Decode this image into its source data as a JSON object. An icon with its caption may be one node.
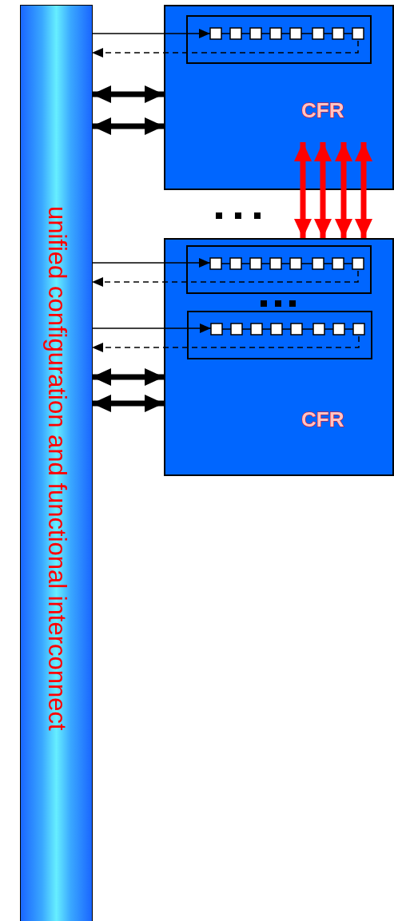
{
  "diagram": {
    "nodes": [
      {
        "text": [
          "unified configuration and functional interconnect"
        ]
      },
      {
        "text": [
          "CFR"
        ]
      },
      {
        "text": [],
        "shape": "box",
        "in": 1
      },
      {
        "text": [
          "CFR"
        ]
      },
      {
        "text": [],
        "shape": "box",
        "in": 3
      },
      {
        "text": [],
        "shape": "box",
        "in": 3
      }
    ],
    "edges": [
      {
        "from": 0,
        "to": 2,
        "arrow": "to"
      },
      {
        "from": 2,
        "to": 0,
        "arrow": "to",
        "style": "dashed"
      },
      {
        "from": 0,
        "to": 1,
        "arrow": "both"
      },
      {
        "from": 0,
        "to": 1,
        "arrow": "both"
      },
      {
        "from": 1,
        "to": 3,
        "arrow": "both",
        "color": "#ff0000"
      },
      {
        "from": 1,
        "to": 3,
        "arrow": "both",
        "color": "#ff0000"
      },
      {
        "from": 1,
        "to": 3,
        "arrow": "both",
        "color": "#ff0000"
      },
      {
        "from": 1,
        "to": 3,
        "arrow": "both",
        "color": "#ff0000"
      },
      {
        "from": 0,
        "to": 4,
        "arrow": "to"
      },
      {
        "from": 4,
        "to": 0,
        "arrow": "to",
        "style": "dashed"
      },
      {
        "from": 0,
        "to": 5,
        "arrow": "to"
      },
      {
        "from": 5,
        "to": 0,
        "arrow": "to",
        "style": "dashed"
      },
      {
        "from": 0,
        "to": 3,
        "arrow": "both"
      },
      {
        "from": 0,
        "to": 3,
        "arrow": "both"
      }
    ]
  }
}
